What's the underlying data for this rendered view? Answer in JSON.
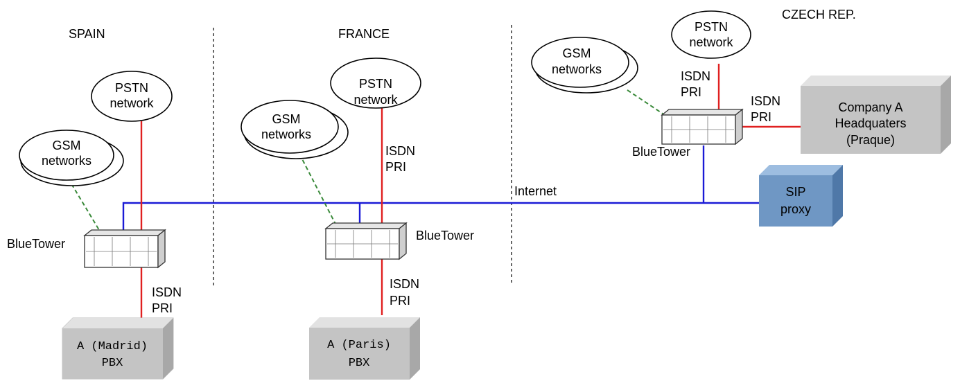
{
  "regions": {
    "spain": "SPAIN",
    "france": "FRANCE",
    "czech": "CZECH REP."
  },
  "clouds": {
    "pstn_label_1": "PSTN",
    "pstn_label_2": "network",
    "gsm_label_1": "GSM",
    "gsm_label_2": "networks"
  },
  "links": {
    "isdn": "ISDN",
    "pri": "PRI",
    "internet": "Internet"
  },
  "devices": {
    "bluetower": "BlueTower"
  },
  "pbx": {
    "madrid_line1": "A (Madrid)",
    "madrid_line2": "PBX",
    "paris_line1": "A (Paris)",
    "paris_line2": "PBX"
  },
  "hq": {
    "line1": "Company  A",
    "line2": "Headquaters",
    "line3": "(Praque)"
  },
  "sip": {
    "line1": "SIP",
    "line2": "proxy"
  },
  "colors": {
    "isdn_link": "#e02020",
    "internet_link": "#1a1ad6",
    "gsm_link": "#3a8a3a",
    "pbx_box": "#c0c0c0",
    "sip_box": "#6f97c4"
  }
}
